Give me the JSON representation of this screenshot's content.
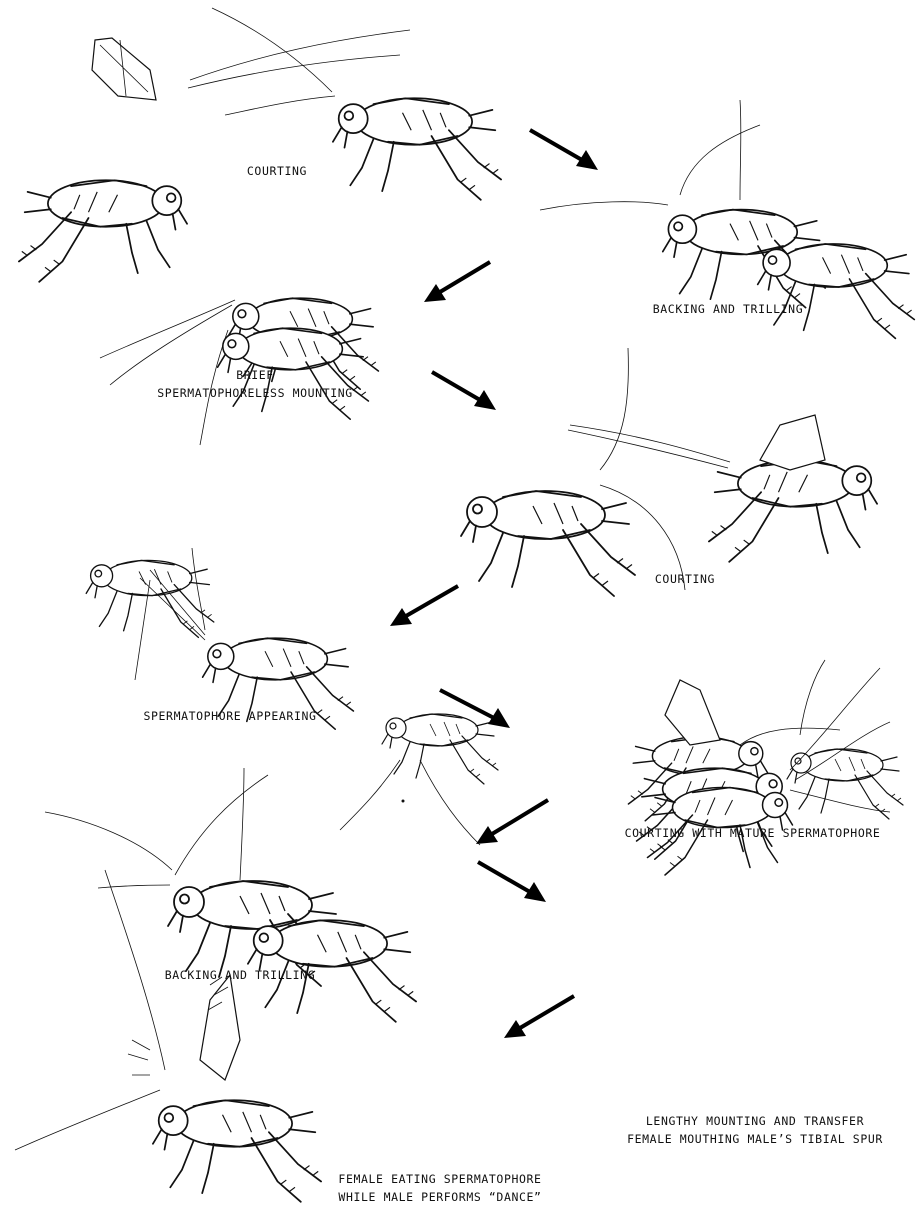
{
  "stages": [
    {
      "id": "courting-1",
      "lines": [
        "COURTING"
      ]
    },
    {
      "id": "backing-1",
      "lines": [
        "BACKING AND TRILLING"
      ]
    },
    {
      "id": "brief-mounting",
      "lines": [
        "BRIEF",
        "SPERMATOPHORELESS MOUNTING"
      ]
    },
    {
      "id": "courting-2",
      "lines": [
        "COURTING"
      ]
    },
    {
      "id": "sperm-appearing",
      "lines": [
        "SPERMATOPHORE APPEARING"
      ]
    },
    {
      "id": "courting-mature",
      "lines": [
        "COURTING WITH MATURE SPERMATOPHORE"
      ]
    },
    {
      "id": "backing-2",
      "lines": [
        "BACKING AND TRILLING"
      ]
    },
    {
      "id": "lengthy-mounting",
      "lines": [
        "LENGTHY MOUNTING AND TRANSFER",
        "FEMALE MOUTHING MALE’S TIBIAL SPUR"
      ]
    },
    {
      "id": "female-eating",
      "lines": [
        "FEMALE EATING SPERMATOPHORE",
        "WHILE MALE PERFORMS “DANCE”"
      ]
    }
  ]
}
